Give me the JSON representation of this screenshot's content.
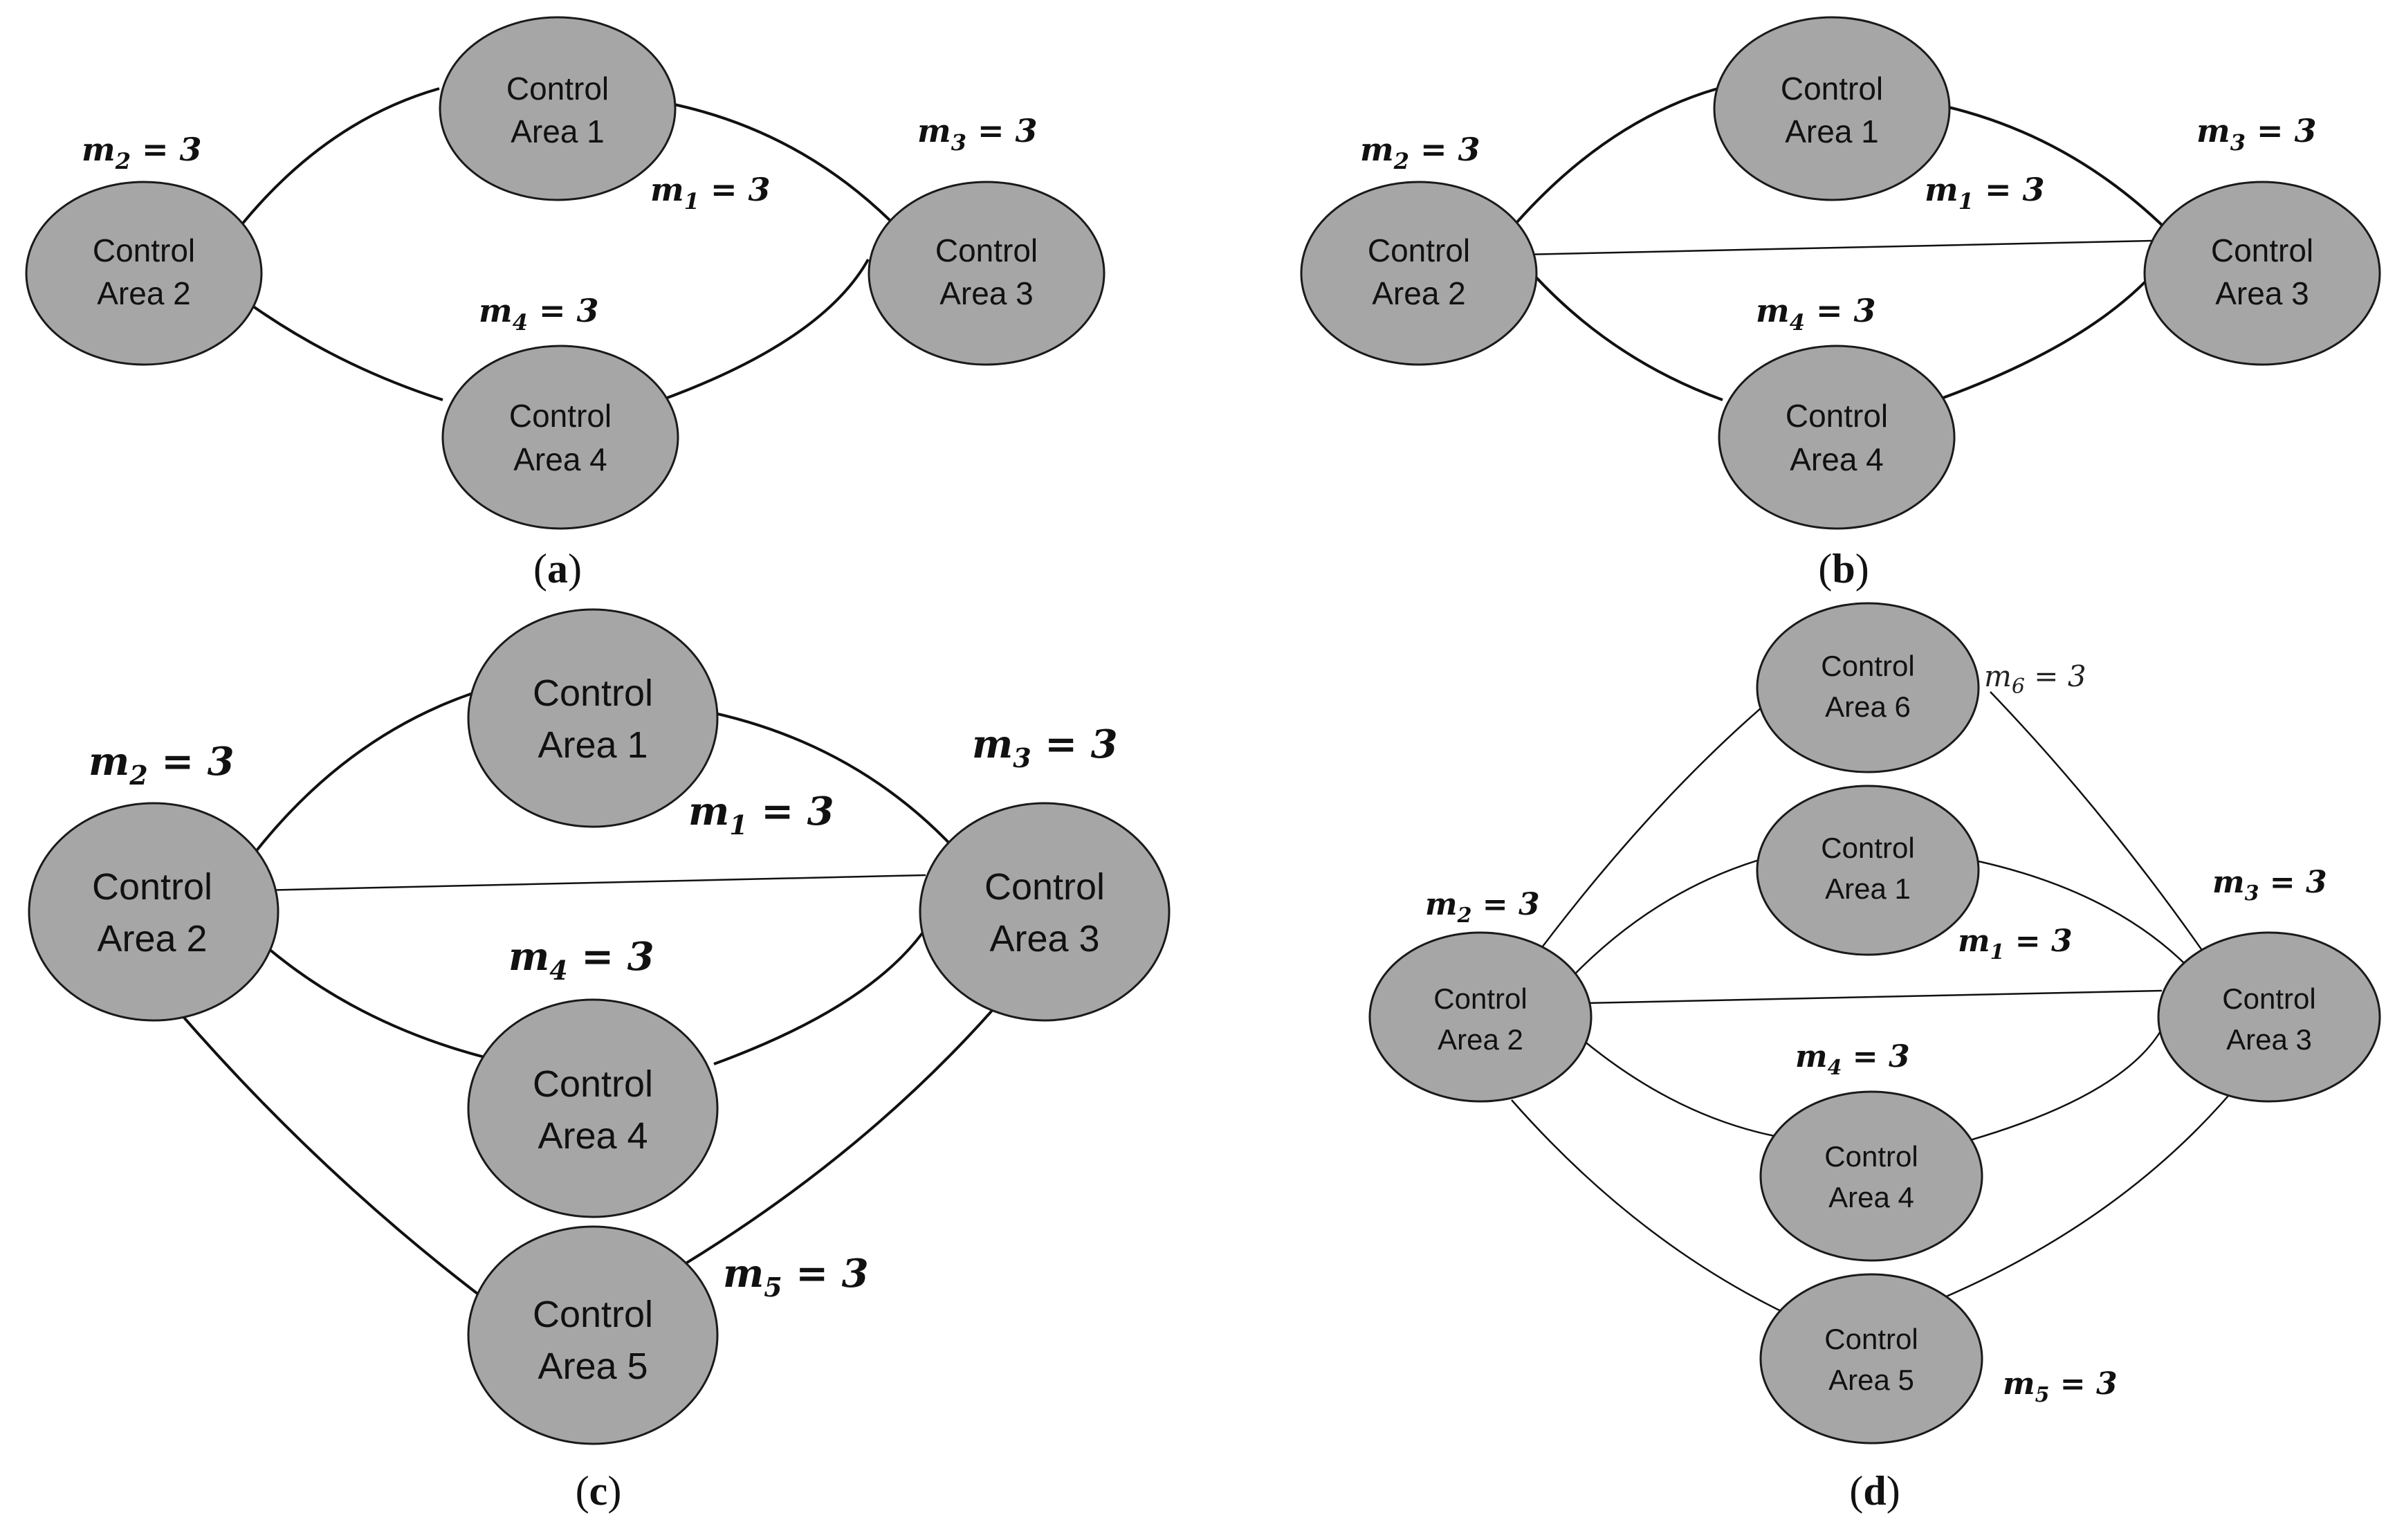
{
  "node_fill": "#a6a6a6",
  "edge_color": "#111111",
  "panels": {
    "a": {
      "caption_letter": "a",
      "nodes": {
        "n1": [
          "Control",
          "Area 1"
        ],
        "n2": [
          "Control",
          "Area 2"
        ],
        "n3": [
          "Control",
          "Area 3"
        ],
        "n4": [
          "Control",
          "Area 4"
        ]
      },
      "labels": {
        "m1": {
          "var": "m",
          "sub": "1",
          "rhs": " = 3"
        },
        "m2": {
          "var": "m",
          "sub": "2",
          "rhs": " = 3"
        },
        "m3": {
          "var": "m",
          "sub": "3",
          "rhs": " = 3"
        },
        "m4": {
          "var": "m",
          "sub": "4",
          "rhs": " = 3"
        }
      }
    },
    "b": {
      "caption_letter": "b",
      "nodes": {
        "n1": [
          "Control",
          "Area 1"
        ],
        "n2": [
          "Control",
          "Area 2"
        ],
        "n3": [
          "Control",
          "Area 3"
        ],
        "n4": [
          "Control",
          "Area 4"
        ]
      },
      "labels": {
        "m1": {
          "var": "m",
          "sub": "1",
          "rhs": " = 3"
        },
        "m2": {
          "var": "m",
          "sub": "2",
          "rhs": " = 3"
        },
        "m3": {
          "var": "m",
          "sub": "3",
          "rhs": " = 3"
        },
        "m4": {
          "var": "m",
          "sub": "4",
          "rhs": " = 3"
        }
      }
    },
    "c": {
      "caption_letter": "c",
      "nodes": {
        "n1": [
          "Control",
          "Area 1"
        ],
        "n2": [
          "Control",
          "Area 2"
        ],
        "n3": [
          "Control",
          "Area 3"
        ],
        "n4": [
          "Control",
          "Area 4"
        ],
        "n5": [
          "Control",
          "Area 5"
        ]
      },
      "labels": {
        "m1": {
          "var": "m",
          "sub": "1",
          "rhs": " = 3"
        },
        "m2": {
          "var": "m",
          "sub": "2",
          "rhs": " = 3"
        },
        "m3": {
          "var": "m",
          "sub": "3",
          "rhs": " = 3"
        },
        "m4": {
          "var": "m",
          "sub": "4",
          "rhs": " = 3"
        },
        "m5": {
          "var": "m",
          "sub": "5",
          "rhs": " = 3"
        }
      }
    },
    "d": {
      "caption_letter": "d",
      "nodes": {
        "n1": [
          "Control",
          "Area 1"
        ],
        "n2": [
          "Control",
          "Area 2"
        ],
        "n3": [
          "Control",
          "Area 3"
        ],
        "n4": [
          "Control",
          "Area 4"
        ],
        "n5": [
          "Control",
          "Area 5"
        ],
        "n6": [
          "Control",
          "Area 6"
        ]
      },
      "labels": {
        "m1": {
          "var": "m",
          "sub": "1",
          "rhs": " = 3"
        },
        "m2": {
          "var": "m",
          "sub": "2",
          "rhs": " = 3"
        },
        "m3": {
          "var": "m",
          "sub": "3",
          "rhs": " = 3"
        },
        "m4": {
          "var": "m",
          "sub": "4",
          "rhs": " = 3"
        },
        "m5": {
          "var": "m",
          "sub": "5",
          "rhs": " = 3"
        },
        "m6": {
          "var": "m",
          "sub": "6",
          "rhs": " = 3"
        }
      }
    }
  }
}
